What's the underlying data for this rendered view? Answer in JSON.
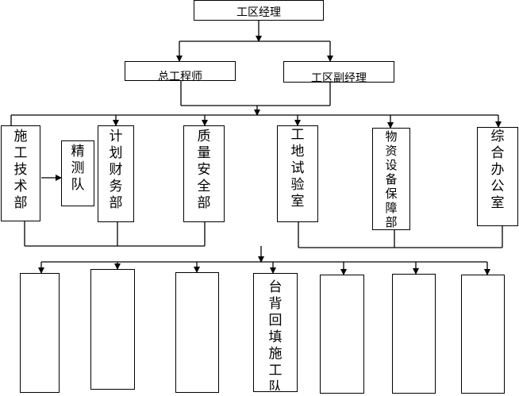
{
  "chart_data": {
    "type": "diagram",
    "nodes": {
      "manager": "工区经理",
      "chief_engineer": "总工程师",
      "deputy_manager": "工区副经理",
      "construction_tech": "施工技术部",
      "precision_team": "精测队",
      "planning_finance": "计划财务部",
      "quality_safety": "质量安全部",
      "site_lab": "工地试验室",
      "material_equipment": "物资设备保障部",
      "general_office": "综合办公室",
      "backfill_team": "台背回填施工队"
    }
  }
}
